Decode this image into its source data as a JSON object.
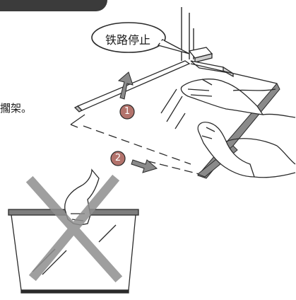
{
  "callout": {
    "label": "铁路停止"
  },
  "side_text": "擱架。",
  "steps": [
    {
      "number": "1"
    },
    {
      "number": "2"
    }
  ],
  "colors": {
    "ink": "#2a2a2a",
    "gray_fill": "#8a8a8a",
    "step_circle": "#b3736c",
    "cross": "#8f8f8f",
    "banner": "#3b3b3b"
  },
  "icons": [
    "upward-arrow-icon",
    "rightward-arrow-icon",
    "prohibition-cross-icon"
  ]
}
